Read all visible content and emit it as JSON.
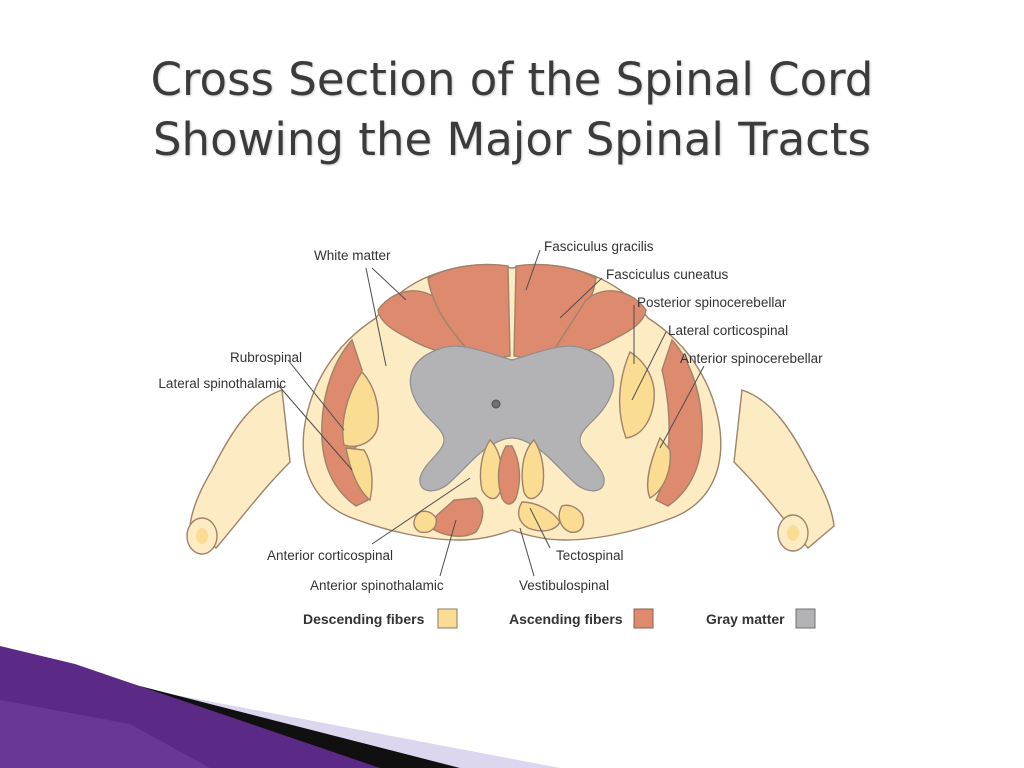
{
  "slide": {
    "title_line1": "Cross Section of the Spinal Cord",
    "title_line2": "Showing the Major Spinal Tracts"
  },
  "colors": {
    "descending": "#fbdc93",
    "ascending": "#de8a6e",
    "gray_matter": "#b3b3b6",
    "white_matter": "#fdebc3",
    "accent_purple": "#5b2a86",
    "accent_black": "#101010"
  },
  "labels": {
    "white_matter": "White matter",
    "fasciculus_gracilis": "Fasciculus gracilis",
    "fasciculus_cuneatus": "Fasciculus cuneatus",
    "posterior_spinocerebellar": "Posterior spinocerebellar",
    "lateral_corticospinal": "Lateral corticospinal",
    "anterior_spinocerebellar": "Anterior spinocerebellar",
    "rubrospinal": "Rubrospinal",
    "lateral_spinothalamic": "Lateral spinothalamic",
    "anterior_corticospinal": "Anterior corticospinal",
    "anterior_spinothalamic": "Anterior spinothalamic",
    "tectospinal": "Tectospinal",
    "vestibulospinal": "Vestibulospinal"
  },
  "legend": {
    "descending": "Descending fibers",
    "ascending": "Ascending fibers",
    "gray_matter": "Gray matter"
  }
}
